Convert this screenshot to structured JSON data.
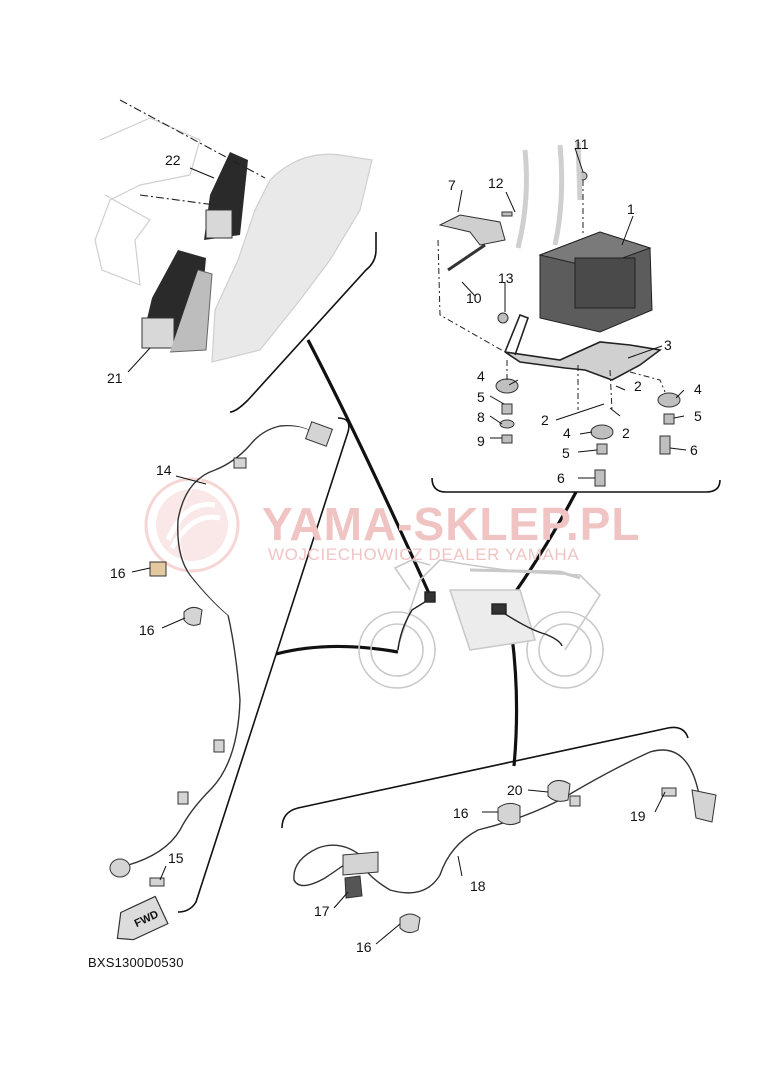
{
  "diagram": {
    "code": "BXS1300D0530",
    "fwd_label": "FWD"
  },
  "watermark": {
    "title": "YAMA-SKLEP.PL",
    "subtitle": "WOJCIECHOWICZ DEALER YAMAHA"
  },
  "callouts": [
    {
      "id": "c1",
      "text": "1"
    },
    {
      "id": "c2a",
      "text": "2"
    },
    {
      "id": "c2b",
      "text": "2"
    },
    {
      "id": "c2c",
      "text": "2"
    },
    {
      "id": "c3",
      "text": "3"
    },
    {
      "id": "c4a",
      "text": "4"
    },
    {
      "id": "c4b",
      "text": "4"
    },
    {
      "id": "c4c",
      "text": "4"
    },
    {
      "id": "c5a",
      "text": "5"
    },
    {
      "id": "c5b",
      "text": "5"
    },
    {
      "id": "c5c",
      "text": "5"
    },
    {
      "id": "c6a",
      "text": "6"
    },
    {
      "id": "c6b",
      "text": "6"
    },
    {
      "id": "c7",
      "text": "7"
    },
    {
      "id": "c8",
      "text": "8"
    },
    {
      "id": "c9",
      "text": "9"
    },
    {
      "id": "c10",
      "text": "10"
    },
    {
      "id": "c11",
      "text": "11"
    },
    {
      "id": "c12",
      "text": "12"
    },
    {
      "id": "c13",
      "text": "13"
    },
    {
      "id": "c14",
      "text": "14"
    },
    {
      "id": "c15",
      "text": "15"
    },
    {
      "id": "c16a",
      "text": "16"
    },
    {
      "id": "c16b",
      "text": "16"
    },
    {
      "id": "c16c",
      "text": "16"
    },
    {
      "id": "c16d",
      "text": "16"
    },
    {
      "id": "c17",
      "text": "17"
    },
    {
      "id": "c18",
      "text": "18"
    },
    {
      "id": "c19",
      "text": "19"
    },
    {
      "id": "c20",
      "text": "20"
    },
    {
      "id": "c21",
      "text": "21"
    },
    {
      "id": "c22",
      "text": "22"
    }
  ]
}
